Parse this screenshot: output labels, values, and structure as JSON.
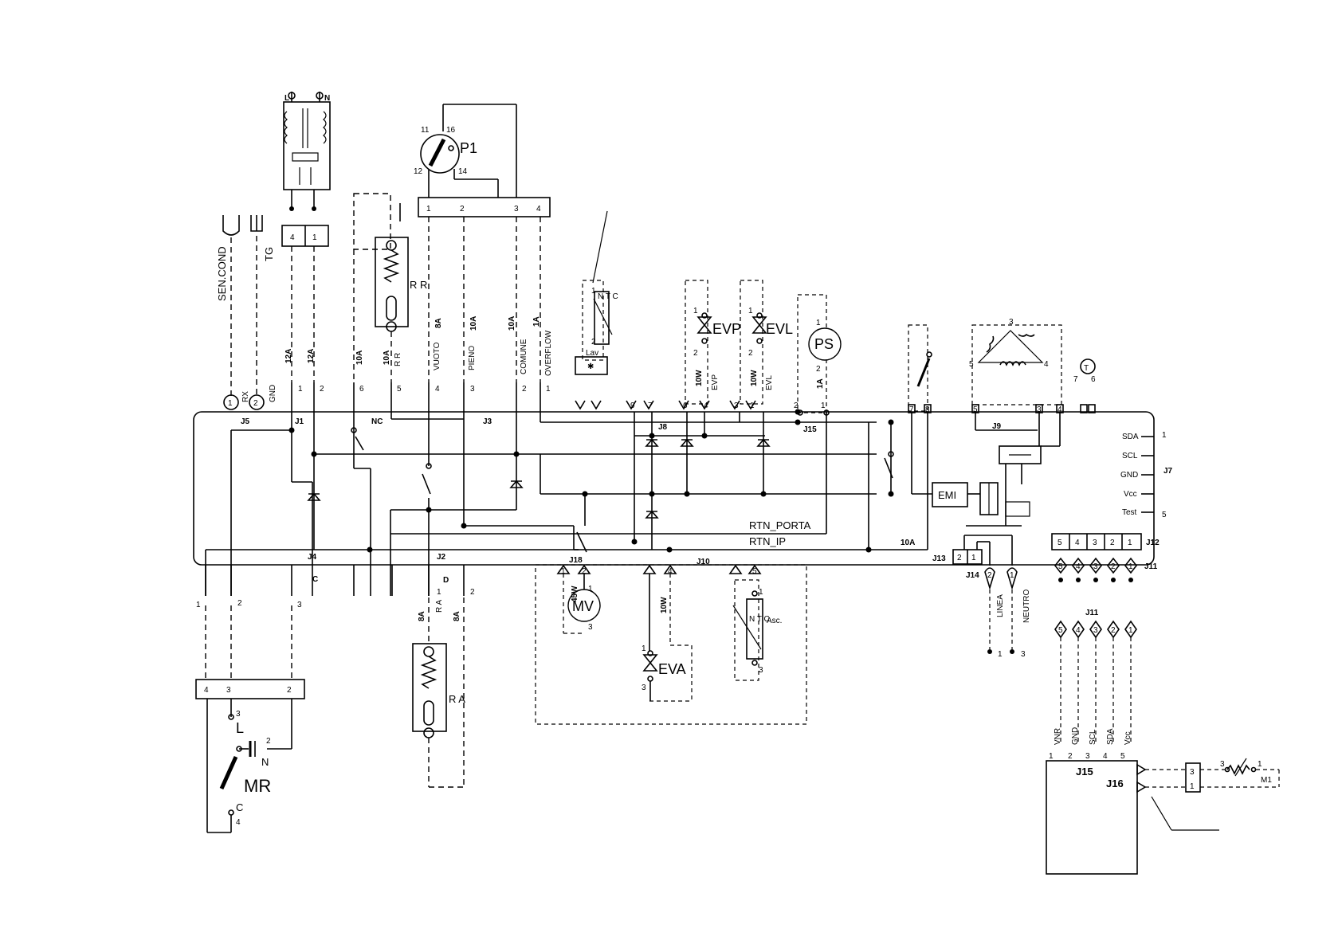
{
  "connectors": {
    "J5": "J5",
    "J1": "J1",
    "J3": "J3",
    "J8": "J8",
    "J15": "J15",
    "J9": "J9",
    "J7": "J7",
    "J4": "J4",
    "J2": "J2",
    "J10": "J10",
    "J18": "J18",
    "J13": "J13",
    "J14": "J14",
    "J12": "J12",
    "J11": "J11",
    "J11b": "J11",
    "J15b": "J15",
    "J16b": "J16"
  },
  "labels": {
    "sen_cond": "SEN.COND",
    "tg": "TG",
    "rr": "R R",
    "p1": "P1",
    "ps": "PS",
    "evp": "EVP",
    "evl": "EVL",
    "eva": "EVA",
    "mv": "MV",
    "ra": "R A",
    "mr": "MR",
    "emi": "EMI",
    "m1": "M1",
    "nc": "NC",
    "c": "C",
    "d": "D",
    "rtn_porta": "RTN_PORTA",
    "rtn_ip": "RTN_IP",
    "lav": "Lav",
    "asc": "Asc.",
    "linea": "LINEA",
    "neutro": "NEUTRO",
    "l_top": "L",
    "n_top": "N",
    "l_mr": "L",
    "n_mr": "N",
    "c_mr": "C",
    "ntc": "N T C",
    "ntc2": "N T C"
  },
  "signals": {
    "rx": "RX",
    "gnd": "GND",
    "rr_small": "R R",
    "vuoto": "VUOTO",
    "pieno": "PIENO",
    "comune": "COMUNE",
    "overflow": "OVERFLOW",
    "evp_s": "EVP",
    "evl_s": "EVL",
    "sda": "SDA",
    "scl": "SCL",
    "gnd7": "GND",
    "vcc": "Vcc",
    "test": "Test",
    "ra_small": "R A",
    "vnr": "VNR",
    "gnd_b": "GND",
    "scl_b": "SCL",
    "sda_b": "SDA",
    "vcc_b": "Vcc"
  },
  "ratings": {
    "a12_1": "12A",
    "a12_2": "12A",
    "a10_1": "10A",
    "a10_2": "10A",
    "a8": "8A",
    "a10_3": "10A",
    "a10_4": "10A",
    "a1": "1A",
    "w10_evp": "10W",
    "w10_evl": "10W",
    "a1_ps": "1A",
    "a10_emi": "10A",
    "w45": "45W",
    "w10_eva": "10W",
    "a8_ra1": "8A",
    "a8_ra2": "8A"
  },
  "pins": {
    "j1_1": "1",
    "j1_2": "2",
    "j3_6": "6",
    "j3_5": "5",
    "j3_4": "4",
    "j3_3": "3",
    "j3_2": "2",
    "j3_1": "1",
    "j5_1": "1",
    "j5_2": "2",
    "t4": "4",
    "t1": "1",
    "p1_1": "1",
    "p1_2": "2",
    "p1_3": "3",
    "p1_4": "4",
    "p1_11": "11",
    "p1_16": "16",
    "p1_12": "12",
    "p1_14": "14",
    "j4_1": "1",
    "j4_2": "2",
    "j4_3": "3",
    "j2_1": "1",
    "j2_2": "2",
    "mr4": "4",
    "mr3": "3",
    "mr2": "2",
    "mr_3": "3",
    "mr_2": "2",
    "mr_4": "4",
    "j12_5": "5",
    "j12_4": "4",
    "j12_3": "3",
    "j12_2": "2",
    "j12_1": "1",
    "j11_5": "5",
    "j11_4": "4",
    "j11_3": "3",
    "j11_2": "2",
    "j11_1": "1",
    "j11b_5": "5",
    "j11b_4": "4",
    "j11b_3": "3",
    "j11b_2": "2",
    "j11b_1": "1",
    "j13_2": "2",
    "j13_1": "1",
    "j14_2": "2",
    "j14_1": "1",
    "j8_9": "9",
    "j8_7": "7",
    "j8_6": "6",
    "j8_4": "4",
    "j8_3": "3",
    "j8_1": "1",
    "j15_2": "2",
    "j15_1": "1",
    "j9_7": "7",
    "j9_8": "8",
    "j9_5": "5",
    "j9_3": "3",
    "j9_4": "4",
    "t_7": "7",
    "t_6": "6",
    "j7_1": "1",
    "j7_5": "5",
    "j10_a": "1",
    "j10_b": "2",
    "j10_c": "4",
    "j10_d": "5",
    "m1_3": "3",
    "m1_1": "1",
    "j16_3": "3",
    "j16_1": "1",
    "b1": "1",
    "b2": "2",
    "b3": "3",
    "b4": "4",
    "b5": "5",
    "evp1": "1",
    "evp2": "2",
    "evl1": "1",
    "evl2": "2",
    "ps1": "1",
    "ps2": "2",
    "eva1": "1",
    "eva3": "3",
    "mv1": "1",
    "mv3": "3",
    "ntc1": "1",
    "ntc2": "2",
    "ntc3": "3",
    "ntc4": "1",
    "lin1": "1",
    "neu3": "3",
    "mot3": "3",
    "mot4": "4",
    "mot5": "5"
  }
}
